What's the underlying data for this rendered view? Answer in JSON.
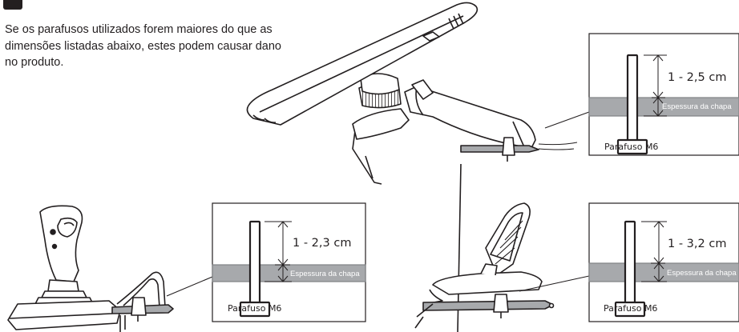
{
  "warning": {
    "icon": "warning-icon",
    "text": "Se os parafusos utilizados forem maiores do que as dimensões listadas abaixo, estes podem causar dano no produto."
  },
  "details": [
    {
      "id": "wheel",
      "length_label": "1 - 2,5 cm",
      "thickness_label": "Espessura da chapa",
      "bolt_label": "Parafuso M6"
    },
    {
      "id": "shifter",
      "length_label": "1 - 2,3 cm",
      "thickness_label": "Espessura da chapa",
      "bolt_label": "Parafuso M6"
    },
    {
      "id": "pedals",
      "length_label": "1 - 3,2 cm",
      "thickness_label": "Espessura da chapa",
      "bolt_label": "Parafuso M6"
    }
  ],
  "colors": {
    "ink": "#231f20",
    "plate": "#a7a9ac",
    "plate_stroke": "#808285"
  }
}
